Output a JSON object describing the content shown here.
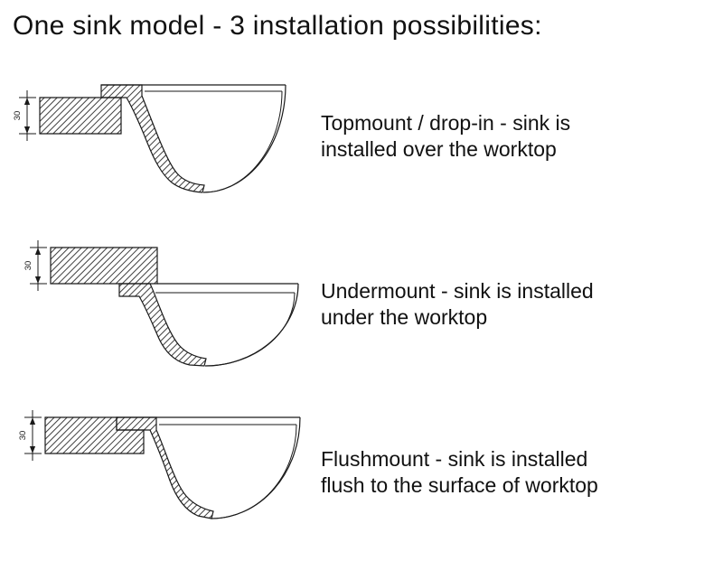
{
  "title": "One sink model - 3 installation possibilities:",
  "diagrams": [
    {
      "id": "topmount",
      "dimension_label": "30",
      "caption": "Topmount / drop-in - sink is\ninstalled over the worktop"
    },
    {
      "id": "undermount",
      "dimension_label": "30",
      "caption": "Undermount - sink is installed\nunder the worktop"
    },
    {
      "id": "flushmount",
      "dimension_label": "30",
      "caption": "Flushmount - sink is installed\nflush to the surface of worktop"
    }
  ]
}
